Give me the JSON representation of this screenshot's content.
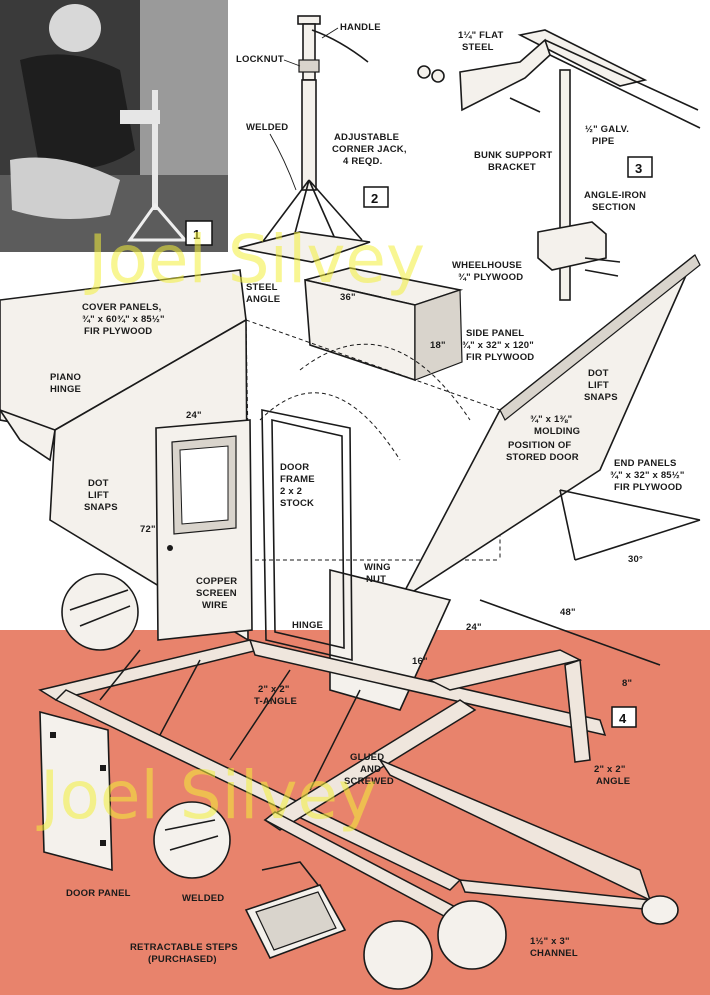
{
  "labels": {
    "handle": "HANDLE",
    "locknut": "LOCKNUT",
    "welded_top": "WELDED",
    "jack_1": "ADJUSTABLE",
    "jack_2": "CORNER JACK,",
    "jack_3": "4 REQD.",
    "flat_steel_1": "1¼\" FLAT",
    "flat_steel_2": "STEEL",
    "galv_pipe_1": "½\" GALV.",
    "galv_pipe_2": "PIPE",
    "bunk_1": "BUNK SUPPORT",
    "bunk_2": "BRACKET",
    "angle_iron_1": "ANGLE-IRON",
    "angle_iron_2": "SECTION",
    "wheelhouse_1": "WHEELHOUSE",
    "wheelhouse_2": "¾\" PLYWOOD",
    "steel_angle_1": "STEEL",
    "steel_angle_2": "ANGLE",
    "cover_1": "COVER PANELS,",
    "cover_2": "¾\" x 60¾\" x 85½\"",
    "cover_3": "FIR PLYWOOD",
    "side_1": "SIDE PANEL",
    "side_2": "¾\" x 32\" x 120\"",
    "side_3": "FIR PLYWOOD",
    "piano_1": "PIANO",
    "piano_2": "HINGE",
    "dot_snaps_r_1": "DOT",
    "dot_snaps_r_2": "LIFT",
    "dot_snaps_r_3": "SNAPS",
    "molding_1": "¾\" x 1⅜\"",
    "molding_2": "MOLDING",
    "stored_1": "POSITION OF",
    "stored_2": "STORED DOOR",
    "end_1": "END PANELS",
    "end_2": "¾\" x 32\" x 85½\"",
    "end_3": "FIR PLYWOOD",
    "doorframe_1": "DOOR",
    "doorframe_2": "FRAME",
    "doorframe_3": "2 x 2",
    "doorframe_4": "STOCK",
    "dot_snaps_l_1": "DOT",
    "dot_snaps_l_2": "LIFT",
    "dot_snaps_l_3": "SNAPS",
    "copper_1": "COPPER",
    "copper_2": "SCREEN",
    "copper_3": "WIRE",
    "wingnut_1": "WING",
    "wingnut_2": "NUT",
    "hinge": "HINGE",
    "tangle_1": "2\" x 2\"",
    "tangle_2": "T-ANGLE",
    "glued_1": "GLUED",
    "glued_2": "AND",
    "glued_3": "SCREWED",
    "angle2_1": "2\" x 2\"",
    "angle2_2": "ANGLE",
    "door_panel": "DOOR PANEL",
    "welded_bottom": "WELDED",
    "steps_1": "RETRACTABLE STEPS",
    "steps_2": "(PURCHASED)",
    "channel_1": "1½\" x 3\"",
    "channel_2": "CHANNEL"
  },
  "dimensions": {
    "d36": "36\"",
    "d18": "18\"",
    "d24_top": "24\"",
    "d72": "72\"",
    "d16": "16\"",
    "d24_side": "24\"",
    "d48": "48\"",
    "d8": "8\"",
    "d30deg": "30°"
  },
  "figures": [
    "1",
    "2",
    "3",
    "4"
  ],
  "watermark": [
    "Joel Silvey",
    "Joel Silvey"
  ],
  "colors": {
    "bottom_band": "#e8836c",
    "paper": "#ffffff",
    "ink": "#1a1a1a",
    "watermark": "#f2ee3a"
  }
}
